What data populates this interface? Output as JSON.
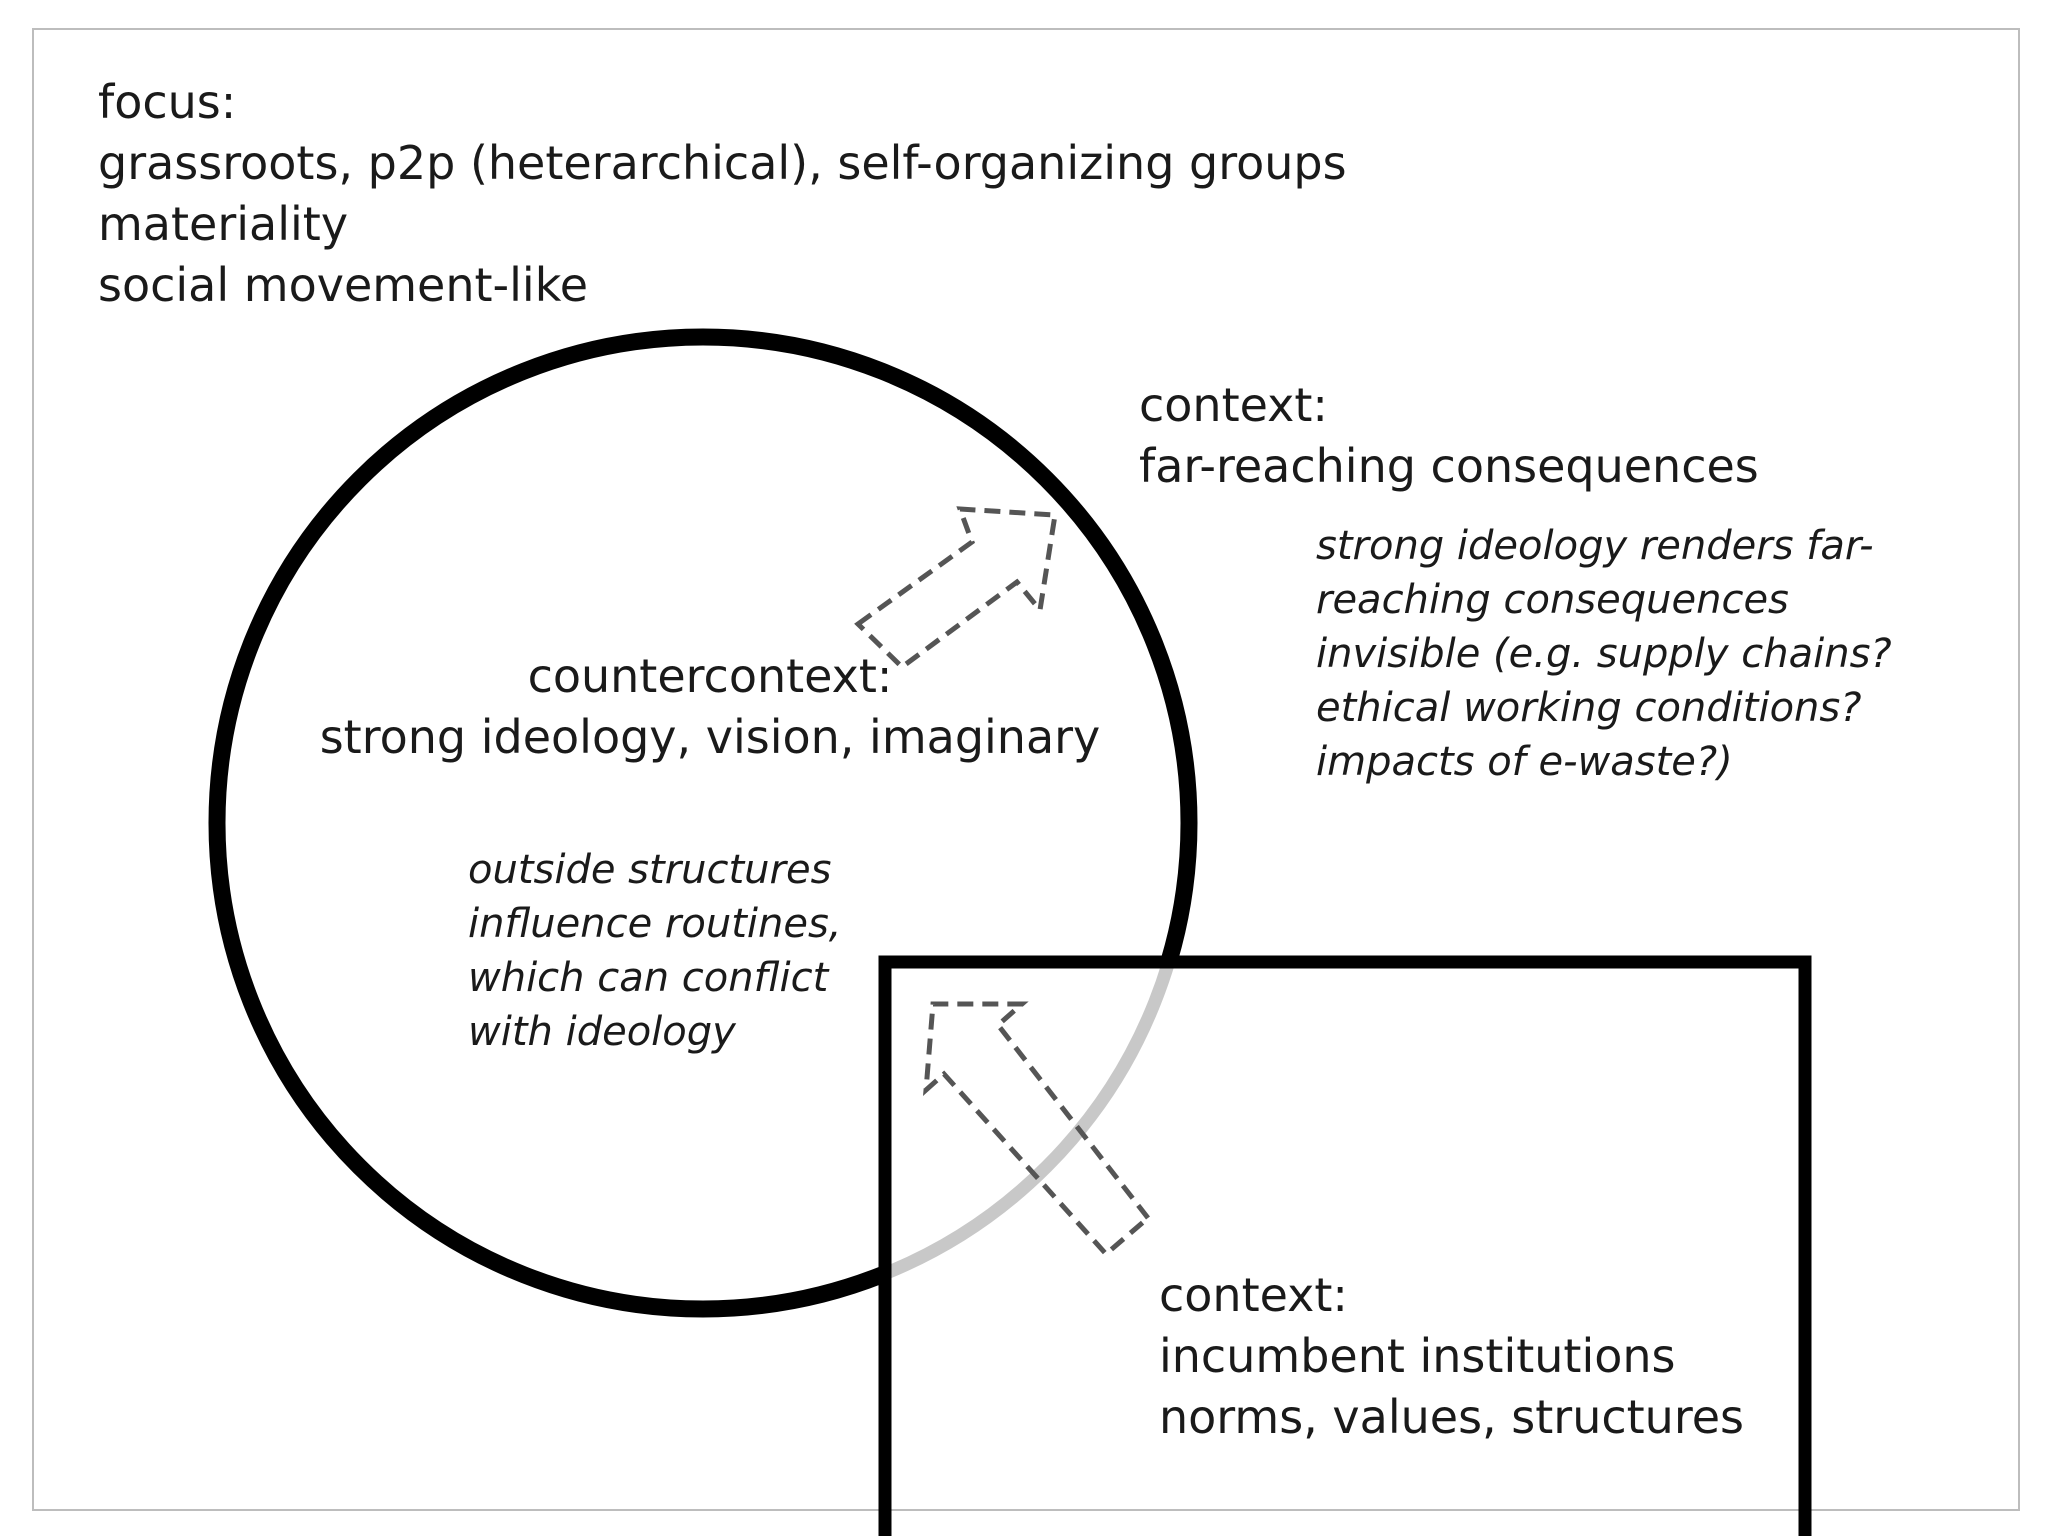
{
  "focus": {
    "lines": [
      "focus:",
      "grassroots, p2p (heterarchical), self-organizing groups",
      "materiality",
      "social movement-like"
    ]
  },
  "context_top": {
    "lines": [
      "context:",
      "far-reaching consequences"
    ]
  },
  "ideology_note": {
    "lines": [
      "strong ideology renders far-",
      "reaching consequences",
      "invisible (e.g. supply chains?",
      "ethical working conditions?",
      "impacts of e-waste?)"
    ]
  },
  "countercontext": {
    "lines": [
      "countercontext:",
      "strong ideology, vision, imaginary"
    ]
  },
  "structures_note": {
    "lines": [
      "outside structures",
      "influence routines,",
      "which can conflict",
      "with ideology"
    ]
  },
  "context_bottom": {
    "lines": [
      "context:",
      "incumbent institutions",
      "norms, values, structures"
    ]
  },
  "colors": {
    "stroke": "#000000",
    "overlap_arc": "#c8c8c8",
    "dashed_arrow": "#555555",
    "frame": "#bdbdbd"
  }
}
